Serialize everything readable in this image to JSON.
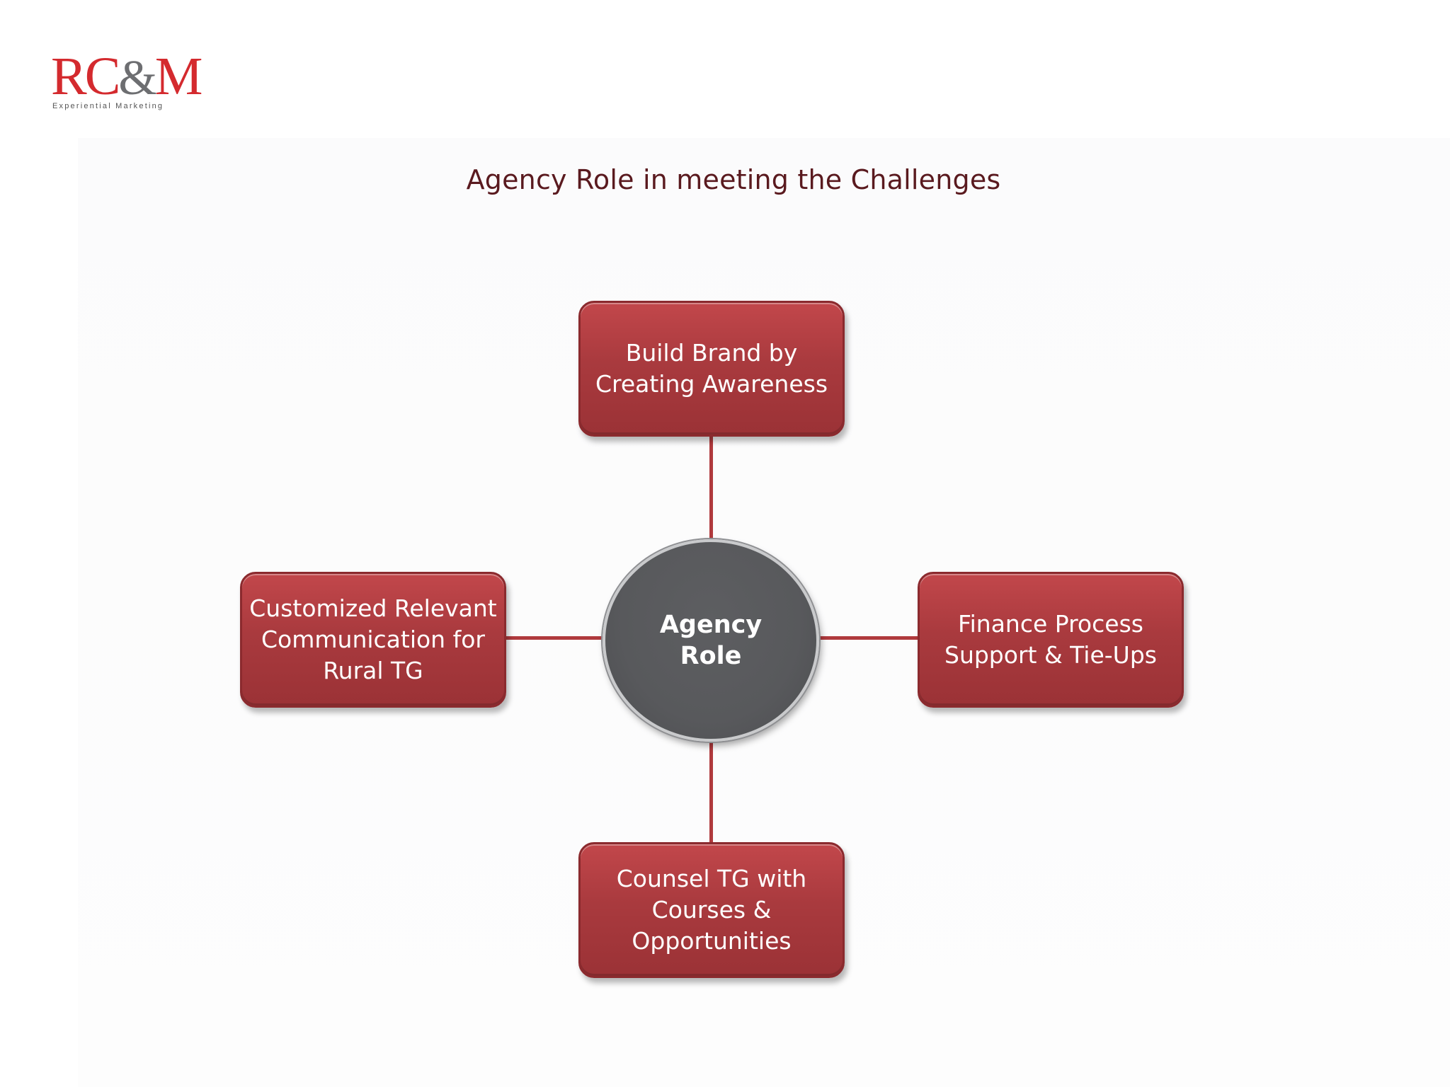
{
  "logo": {
    "wordmark_left": "RC",
    "wordmark_amp": "&",
    "wordmark_right": "M",
    "tagline": "Experiential Marketing"
  },
  "slide": {
    "title": "Agency Role in meeting the Challenges"
  },
  "diagram": {
    "center": "Agency\nRole",
    "top": "Build Brand by\nCreating Awareness",
    "left": "Customized Relevant\nCommunication for\nRural TG",
    "right": "Finance Process\nSupport & Tie-Ups",
    "bottom": "Counsel TG with\nCourses &\nOpportunities"
  },
  "colors": {
    "node_fill": "#a93a3e",
    "center_fill": "#58595c",
    "connector": "#b03a3d",
    "title": "#5a1a1f",
    "logo_red": "#d42a2e",
    "logo_gray": "#6d6e71"
  }
}
